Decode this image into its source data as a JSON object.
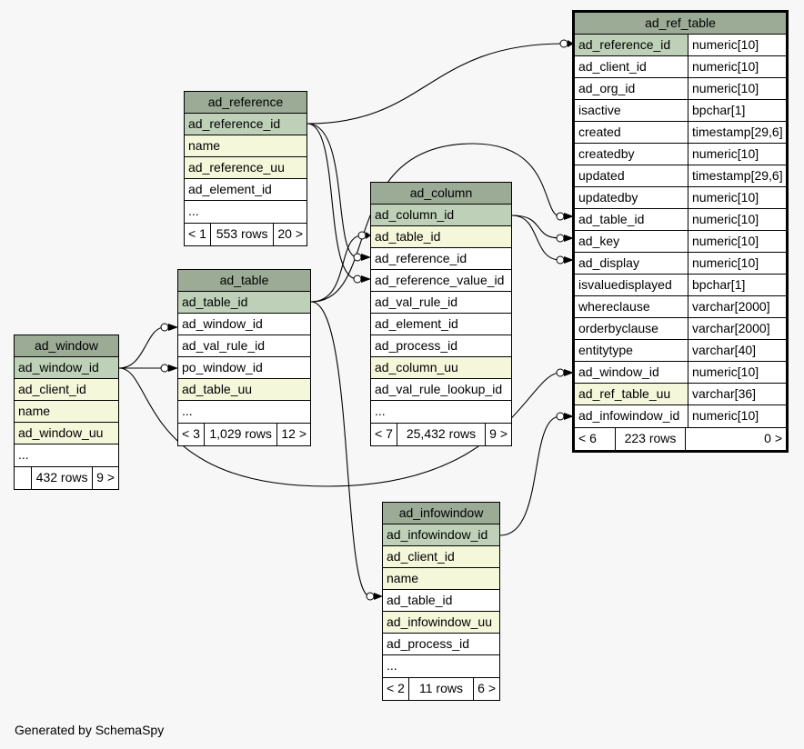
{
  "credit": "Generated by SchemaSpy",
  "colors": {
    "header": "#9bab96",
    "pk": "#bed1b8",
    "fk": "#f4f7da",
    "background": "#f7f7f7"
  },
  "tables": {
    "ad_ref_table": {
      "name": "ad_ref_table",
      "columns": [
        {
          "name": "ad_reference_id",
          "type": "numeric[10]",
          "kind": "pk"
        },
        {
          "name": "ad_client_id",
          "type": "numeric[10]",
          "kind": "plain"
        },
        {
          "name": "ad_org_id",
          "type": "numeric[10]",
          "kind": "plain"
        },
        {
          "name": "isactive",
          "type": "bpchar[1]",
          "kind": "plain"
        },
        {
          "name": "created",
          "type": "timestamp[29,6]",
          "kind": "plain"
        },
        {
          "name": "createdby",
          "type": "numeric[10]",
          "kind": "plain"
        },
        {
          "name": "updated",
          "type": "timestamp[29,6]",
          "kind": "plain"
        },
        {
          "name": "updatedby",
          "type": "numeric[10]",
          "kind": "plain"
        },
        {
          "name": "ad_table_id",
          "type": "numeric[10]",
          "kind": "plain"
        },
        {
          "name": "ad_key",
          "type": "numeric[10]",
          "kind": "plain"
        },
        {
          "name": "ad_display",
          "type": "numeric[10]",
          "kind": "plain"
        },
        {
          "name": "isvaluedisplayed",
          "type": "bpchar[1]",
          "kind": "plain"
        },
        {
          "name": "whereclause",
          "type": "varchar[2000]",
          "kind": "plain"
        },
        {
          "name": "orderbyclause",
          "type": "varchar[2000]",
          "kind": "plain"
        },
        {
          "name": "entitytype",
          "type": "varchar[40]",
          "kind": "plain"
        },
        {
          "name": "ad_window_id",
          "type": "numeric[10]",
          "kind": "plain"
        },
        {
          "name": "ad_ref_table_uu",
          "type": "varchar[36]",
          "kind": "fk"
        },
        {
          "name": "ad_infowindow_id",
          "type": "numeric[10]",
          "kind": "plain"
        }
      ],
      "footer": {
        "parents": "< 6",
        "rows": "223 rows",
        "children": "0 >"
      }
    },
    "ad_reference": {
      "name": "ad_reference",
      "columns": [
        {
          "name": "ad_reference_id",
          "kind": "pk"
        },
        {
          "name": "name",
          "kind": "fk"
        },
        {
          "name": "ad_reference_uu",
          "kind": "fk"
        },
        {
          "name": "ad_element_id",
          "kind": "plain"
        },
        {
          "name": "...",
          "kind": "plain"
        }
      ],
      "footer": {
        "parents": "< 1",
        "rows": "553 rows",
        "children": "20 >"
      }
    },
    "ad_column": {
      "name": "ad_column",
      "columns": [
        {
          "name": "ad_column_id",
          "kind": "pk"
        },
        {
          "name": "ad_table_id",
          "kind": "fk"
        },
        {
          "name": "ad_reference_id",
          "kind": "plain"
        },
        {
          "name": "ad_reference_value_id",
          "kind": "plain"
        },
        {
          "name": "ad_val_rule_id",
          "kind": "plain"
        },
        {
          "name": "ad_element_id",
          "kind": "plain"
        },
        {
          "name": "ad_process_id",
          "kind": "plain"
        },
        {
          "name": "ad_column_uu",
          "kind": "fk"
        },
        {
          "name": "ad_val_rule_lookup_id",
          "kind": "plain"
        },
        {
          "name": "...",
          "kind": "plain"
        }
      ],
      "footer": {
        "parents": "< 7",
        "rows": "25,432 rows",
        "children": "9 >"
      }
    },
    "ad_table": {
      "name": "ad_table",
      "columns": [
        {
          "name": "ad_table_id",
          "kind": "pk"
        },
        {
          "name": "ad_window_id",
          "kind": "plain"
        },
        {
          "name": "ad_val_rule_id",
          "kind": "plain"
        },
        {
          "name": "po_window_id",
          "kind": "plain"
        },
        {
          "name": "ad_table_uu",
          "kind": "fk"
        },
        {
          "name": "...",
          "kind": "plain"
        }
      ],
      "footer": {
        "parents": "< 3",
        "rows": "1,029 rows",
        "children": "12 >"
      }
    },
    "ad_window": {
      "name": "ad_window",
      "columns": [
        {
          "name": "ad_window_id",
          "kind": "pk"
        },
        {
          "name": "ad_client_id",
          "kind": "fk"
        },
        {
          "name": "name",
          "kind": "fk"
        },
        {
          "name": "ad_window_uu",
          "kind": "fk"
        },
        {
          "name": "...",
          "kind": "plain"
        }
      ],
      "footer": {
        "parents": "",
        "rows": "432 rows",
        "children": "9 >"
      }
    },
    "ad_infowindow": {
      "name": "ad_infowindow",
      "columns": [
        {
          "name": "ad_infowindow_id",
          "kind": "pk"
        },
        {
          "name": "ad_client_id",
          "kind": "fk"
        },
        {
          "name": "name",
          "kind": "fk"
        },
        {
          "name": "ad_table_id",
          "kind": "plain"
        },
        {
          "name": "ad_infowindow_uu",
          "kind": "fk"
        },
        {
          "name": "ad_process_id",
          "kind": "plain"
        },
        {
          "name": "...",
          "kind": "plain"
        }
      ],
      "footer": {
        "parents": "< 2",
        "rows": "11 rows",
        "children": "6 >"
      }
    }
  }
}
